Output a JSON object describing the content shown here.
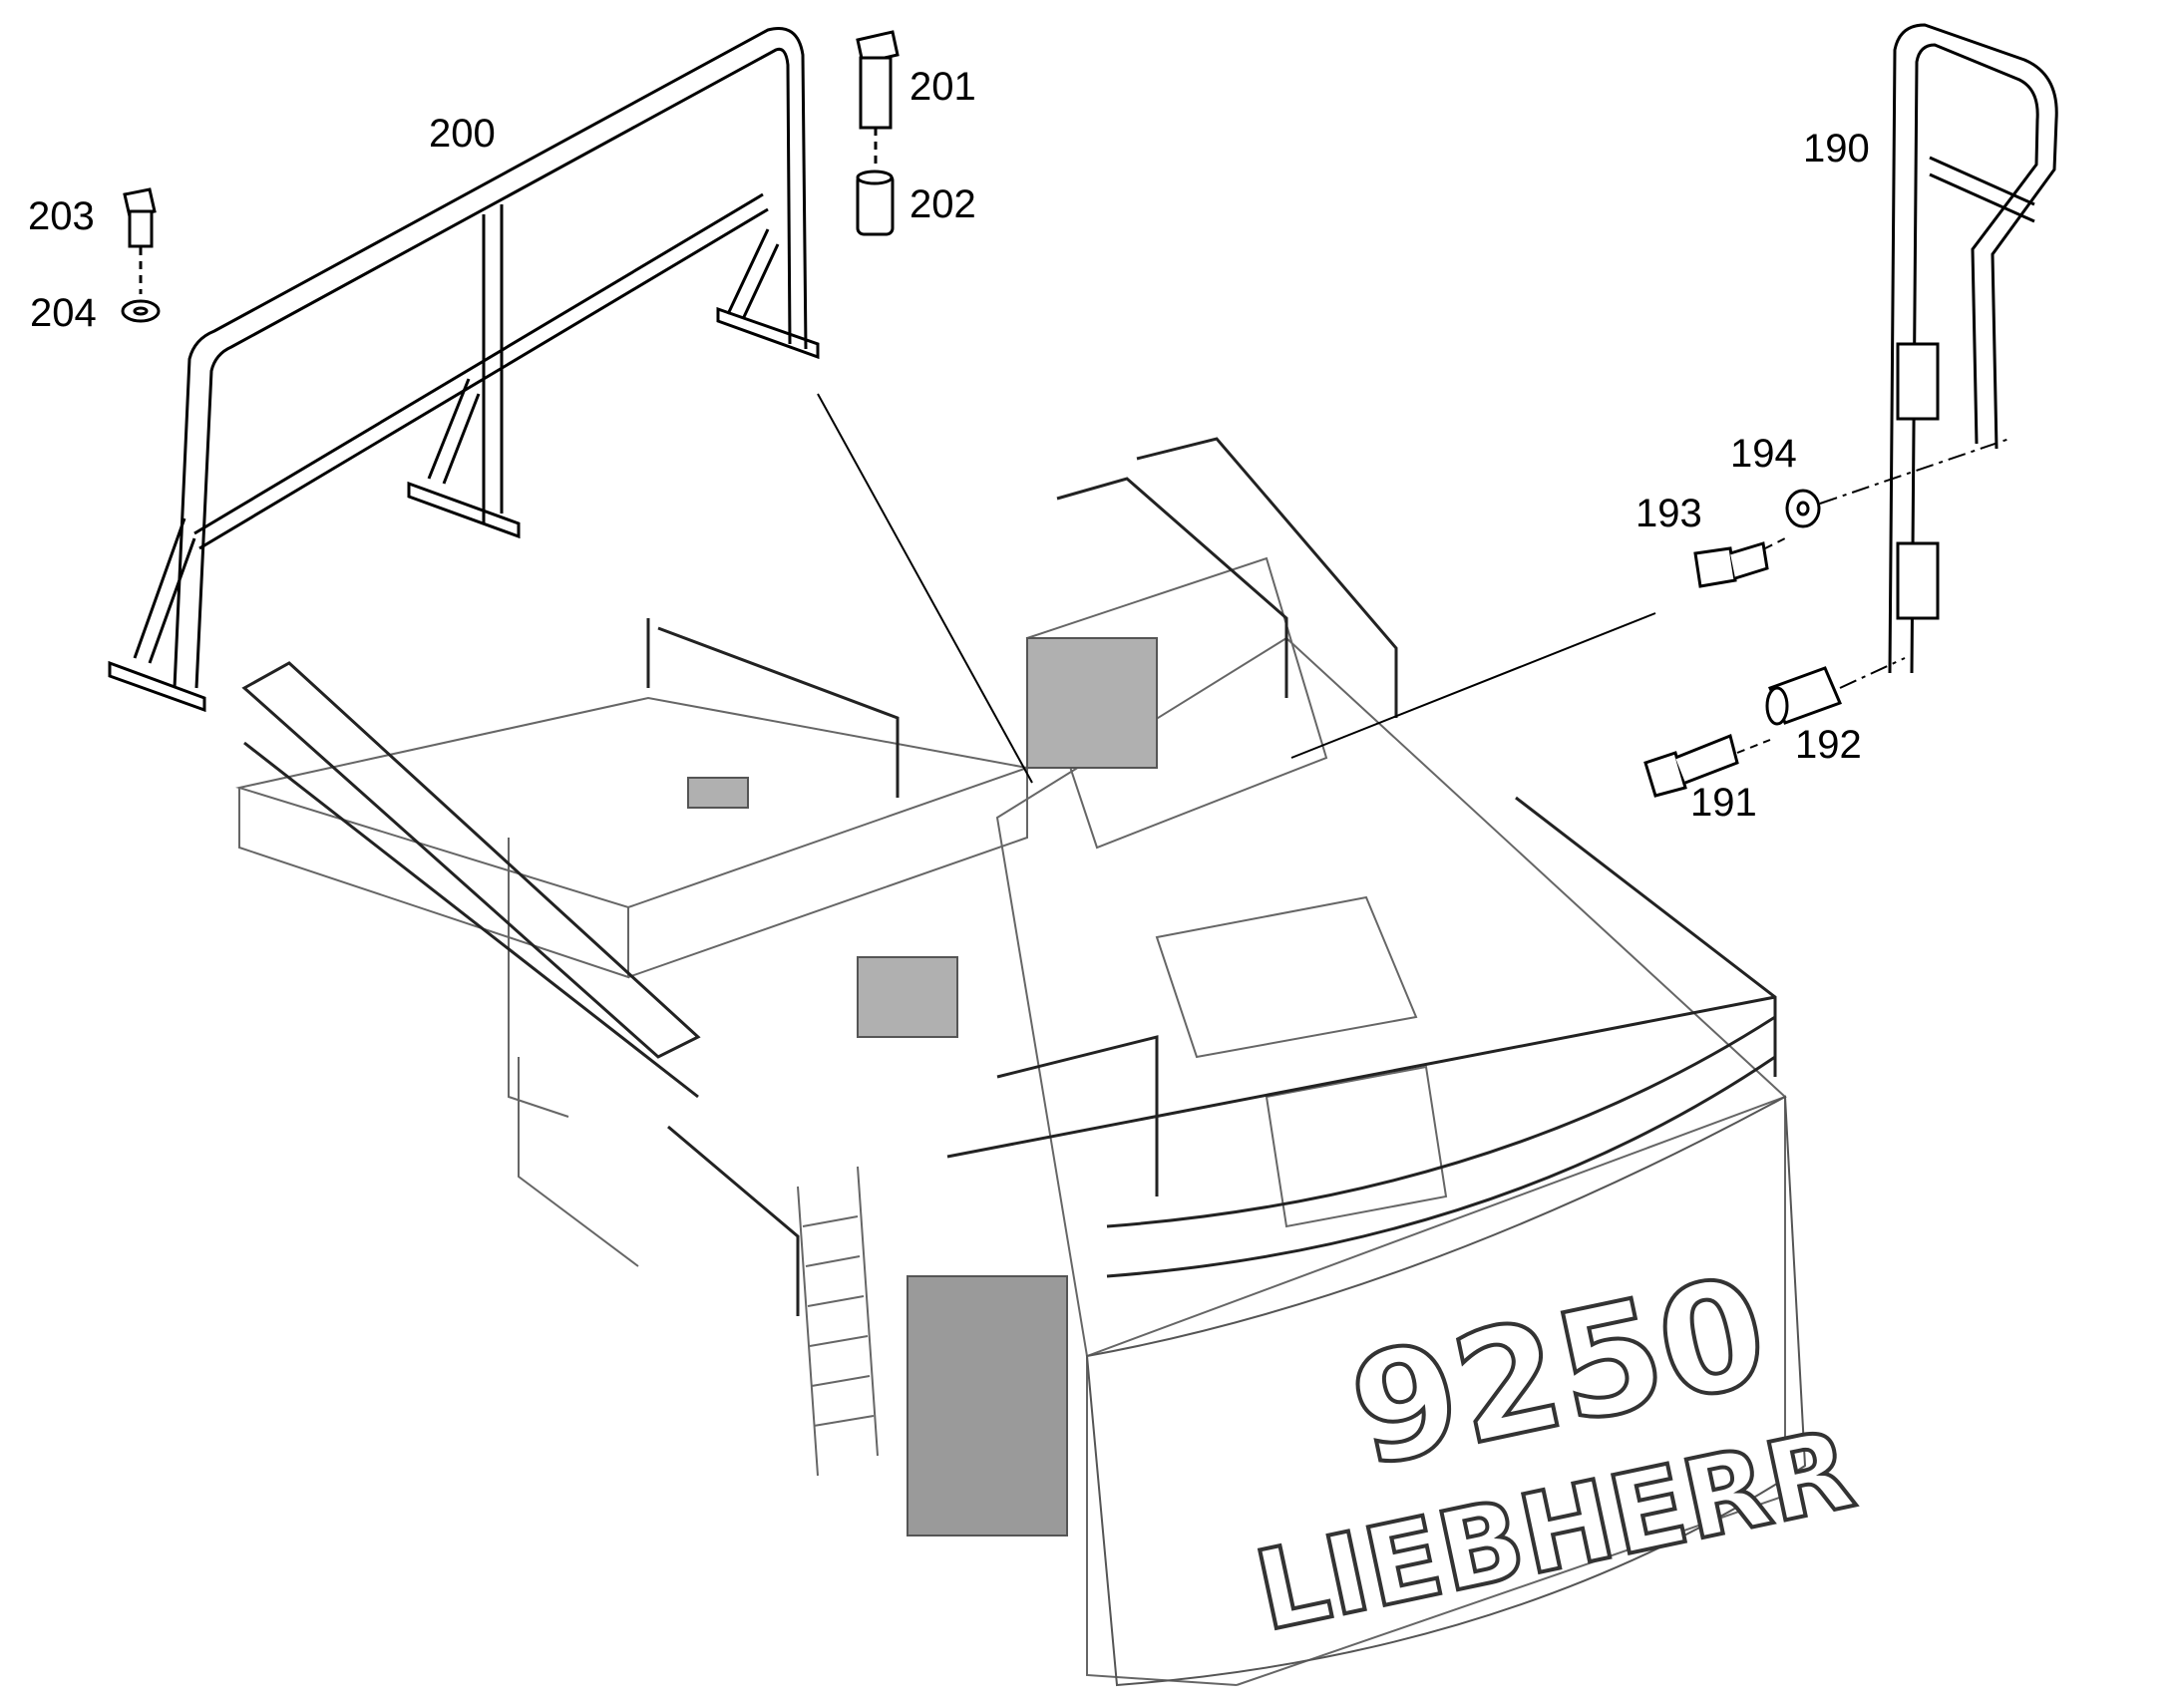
{
  "callouts": {
    "c190": "190",
    "c191": "191",
    "c192": "192",
    "c193": "193",
    "c194": "194",
    "c200": "200",
    "c201": "201",
    "c202": "202",
    "c203": "203",
    "c204": "204"
  },
  "branding": {
    "model": "9250",
    "maker": "LIEBHERR"
  },
  "colors": {
    "line": "#000000",
    "machine_line": "#666666",
    "background": "#ffffff"
  }
}
